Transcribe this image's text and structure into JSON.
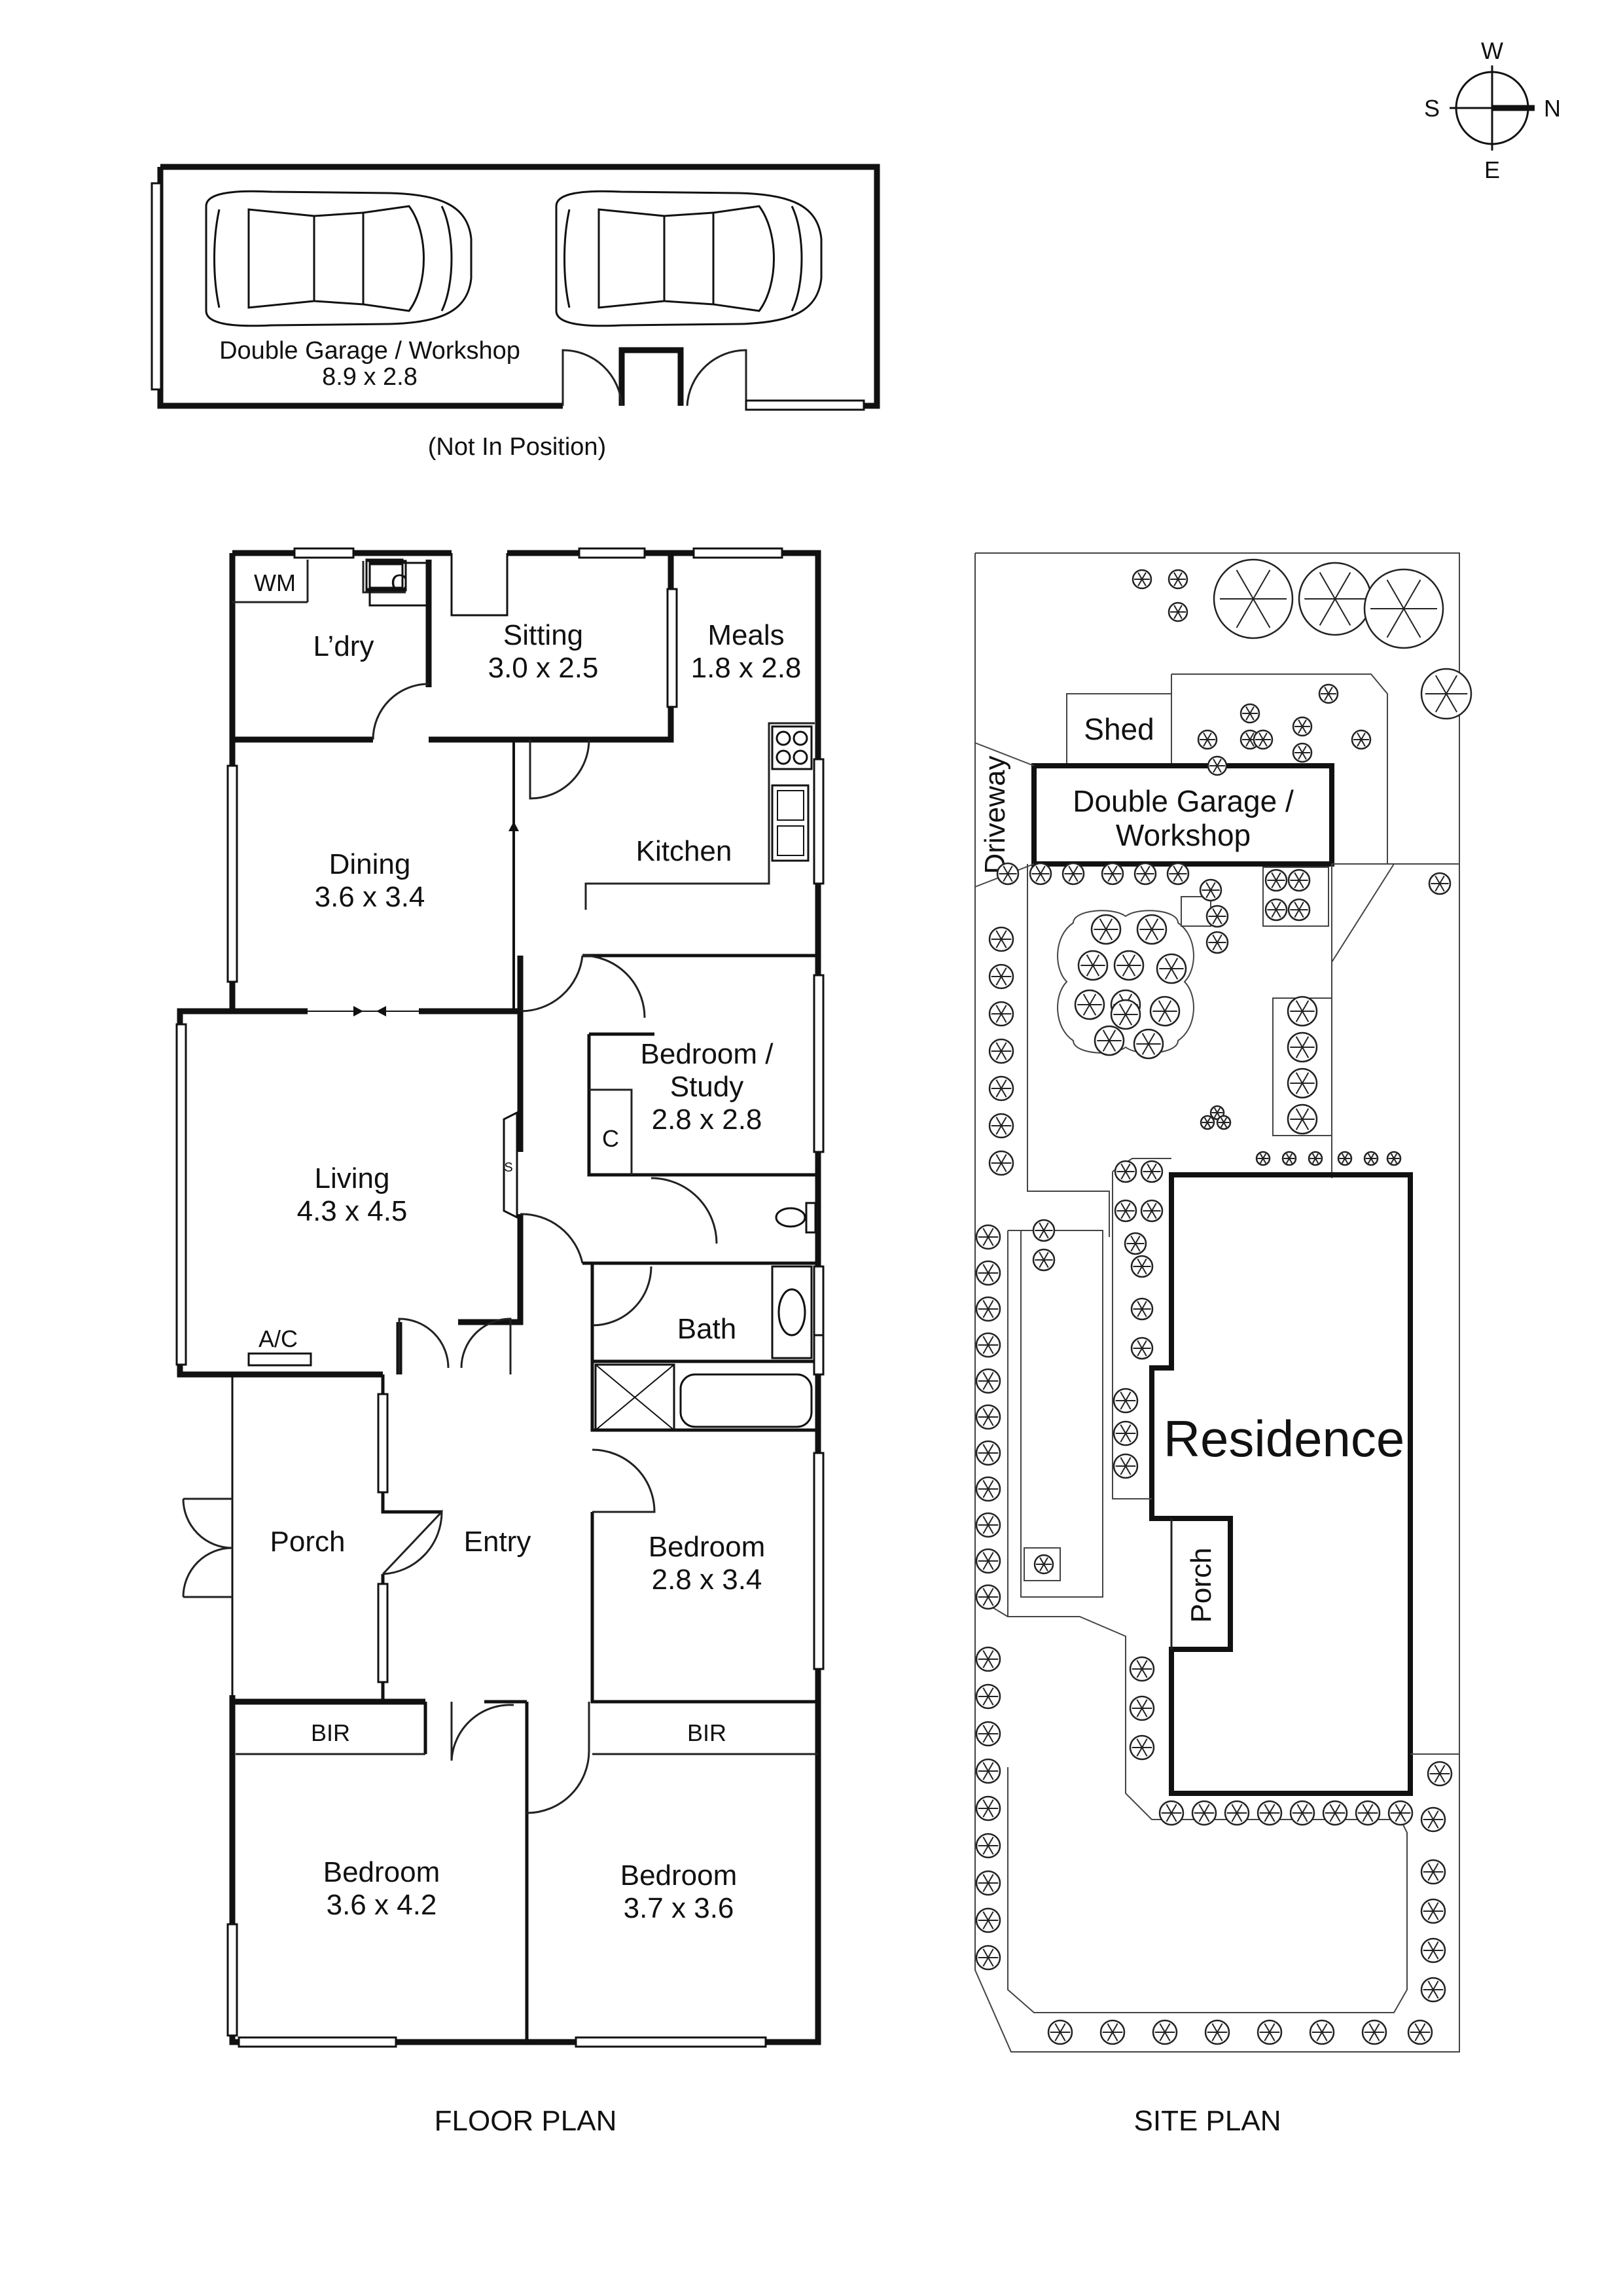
{
  "compass": {
    "w": "W",
    "s": "S",
    "n": "N",
    "e": "E"
  },
  "garage": {
    "title": "Double Garage / Workshop",
    "size": "8.9 x 2.8",
    "note": "(Not In Position)"
  },
  "floor_plan": {
    "title": "FLOOR PLAN",
    "rooms": {
      "wm": "WM",
      "laundry_cupboard": "C",
      "laundry": "L’dry",
      "sitting": "Sitting",
      "sitting_size": "3.0 x 2.5",
      "meals": "Meals",
      "meals_size": "1.8 x 2.8",
      "dining": "Dining",
      "dining_size": "3.6 x 3.4",
      "kitchen": "Kitchen",
      "study": "Bedroom /",
      "study_line2": "Study",
      "study_size": "2.8 x 2.8",
      "study_cupboard": "C",
      "living": "Living",
      "living_size": "4.3 x 4.5",
      "fireplace": "S",
      "ac": "A/C",
      "bath": "Bath",
      "porch": "Porch",
      "entry": "Entry",
      "bedroom2": "Bedroom",
      "bedroom2_size": "2.8 x 3.4",
      "bir_left": "BIR",
      "bir_right": "BIR",
      "bedroom3": "Bedroom",
      "bedroom3_size": "3.6 x 4.2",
      "bedroom4": "Bedroom",
      "bedroom4_size": "3.7 x 3.6"
    }
  },
  "site_plan": {
    "title": "SITE PLAN",
    "shed": "Shed",
    "garage": "Double Garage /",
    "garage_line2": "Workshop",
    "driveway": "Driveway",
    "residence": "Residence",
    "porch": "Porch"
  }
}
